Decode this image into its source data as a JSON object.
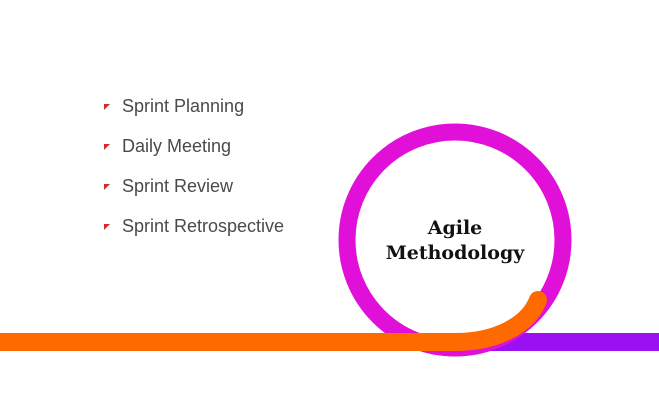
{
  "bullets": {
    "items": [
      {
        "label": "Sprint Planning"
      },
      {
        "label": "Daily Meeting"
      },
      {
        "label": "Sprint Review"
      },
      {
        "label": "Sprint Retrospective"
      }
    ]
  },
  "diagram": {
    "center_title_line1": "Agile",
    "center_title_line2": "Methodology"
  },
  "colors": {
    "bullet_accent": "#d5282c",
    "ring": "#e010d8",
    "orange_band": "#ff6a00",
    "purple_band": "#9b10f2",
    "text": "#4a4a4a",
    "title": "#111111"
  }
}
